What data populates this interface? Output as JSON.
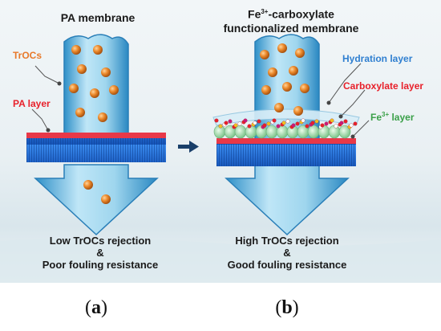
{
  "figure": {
    "panel_a": {
      "title": "PA  membrane",
      "labels": {
        "trocs": "TrOCs",
        "pa_layer": "PA layer"
      },
      "caption_line1": "Low TrOCs rejection",
      "caption_amp": "&",
      "caption_line2": "Poor fouling resistance",
      "panel_letter": "a"
    },
    "panel_b": {
      "title_prefix": "Fe",
      "title_sup": "3+",
      "title_suffix": "-carboxylate",
      "title_line2": "functionalized membrane",
      "labels": {
        "hydration": "Hydration layer",
        "carboxylate": "Carboxylate layer",
        "fe_prefix": "Fe",
        "fe_sup": "3+",
        "fe_suffix": " layer"
      },
      "caption_line1": "High TrOCs rejection",
      "caption_amp": "&",
      "caption_line2": "Good fouling resistance",
      "panel_letter": "b"
    },
    "colors": {
      "trocs_label": "#e8792a",
      "pa_label": "#e8202a",
      "hydration_label": "#2f7fd0",
      "carboxylate_label": "#e8202a",
      "fe_label": "#3aa048",
      "membrane_blue": "#1f6fd6",
      "membrane_red": "#e83848",
      "water": "#5fb6e0",
      "troc_ball": "#e98a2c",
      "arrow_between": "#1a3f6a"
    }
  }
}
